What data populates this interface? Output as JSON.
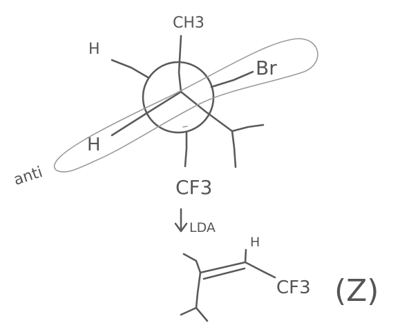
{
  "newman_projection": {
    "front_top": "CH3",
    "front_left": "H",
    "front_bottom_left": "H",
    "back_right": "Br",
    "back_bottom": "CF3",
    "anti_note": "anti"
  },
  "reaction": {
    "reagent": "LDA",
    "alkene_top_right": "H",
    "alkene_right": "CF3",
    "stereo_descriptor": "(Z)"
  },
  "colors": {
    "ink": "#5a5a5a",
    "highlight": "#9a9a9a",
    "background": "#ffffff"
  }
}
